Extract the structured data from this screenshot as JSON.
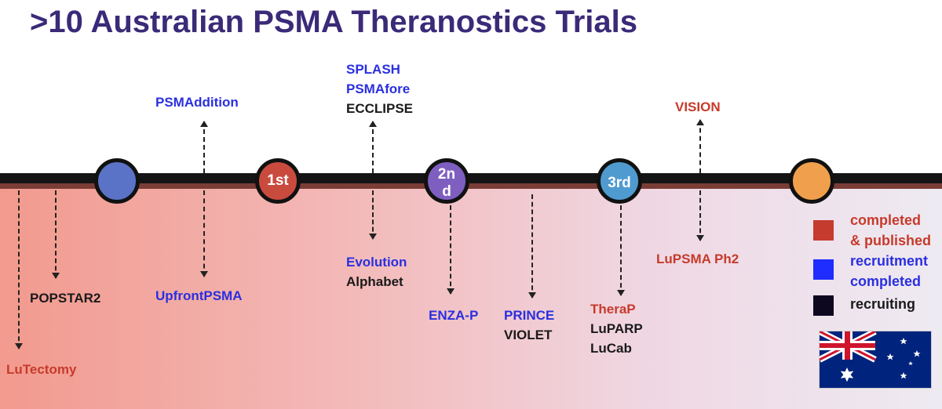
{
  "title": ">10 Australian PSMA Theranostics Trials",
  "nodes": [
    {
      "label": "",
      "color": "#5a73c6"
    },
    {
      "label": "1st",
      "color": "#c94b3e"
    },
    {
      "label": "2nd",
      "label_a": "2n",
      "label_b": "d",
      "color": "#7e5fc0"
    },
    {
      "label": "3rd",
      "color": "#4f9bd0"
    },
    {
      "label": "",
      "color": "#f0a04c"
    }
  ],
  "above": {
    "psmaddition": "PSMAddition",
    "splash": "SPLASH",
    "psmafore": "PSMAfore",
    "ecclipse": "ECCLIPSE",
    "vision": "VISION"
  },
  "below": {
    "lutectomy": "LuTectomy",
    "popstar2": "POPSTAR2",
    "upfrontpsma": "UpfrontPSMA",
    "evolution": "Evolution",
    "alphabet": "Alphabet",
    "enzap": "ENZA-P",
    "prince": "PRINCE",
    "violet": "VIOLET",
    "therap": "TheraP",
    "luparp": "LuPARP",
    "lucab": "LuCab",
    "lupsma": "LuPSMA Ph2"
  },
  "legend": [
    {
      "line1": "completed",
      "line2": "& published",
      "color": "#c53b2e"
    },
    {
      "line1": "recruitment",
      "line2": "completed",
      "color": "#1f2dff"
    },
    {
      "line1": "recruiting",
      "line2": "",
      "color": "#0d0820"
    }
  ],
  "colors": {
    "title": "#3b2a78",
    "completed": "#c73a2b",
    "recruitment_completed": "#2a2fe0",
    "recruiting": "#1a1a1a"
  }
}
